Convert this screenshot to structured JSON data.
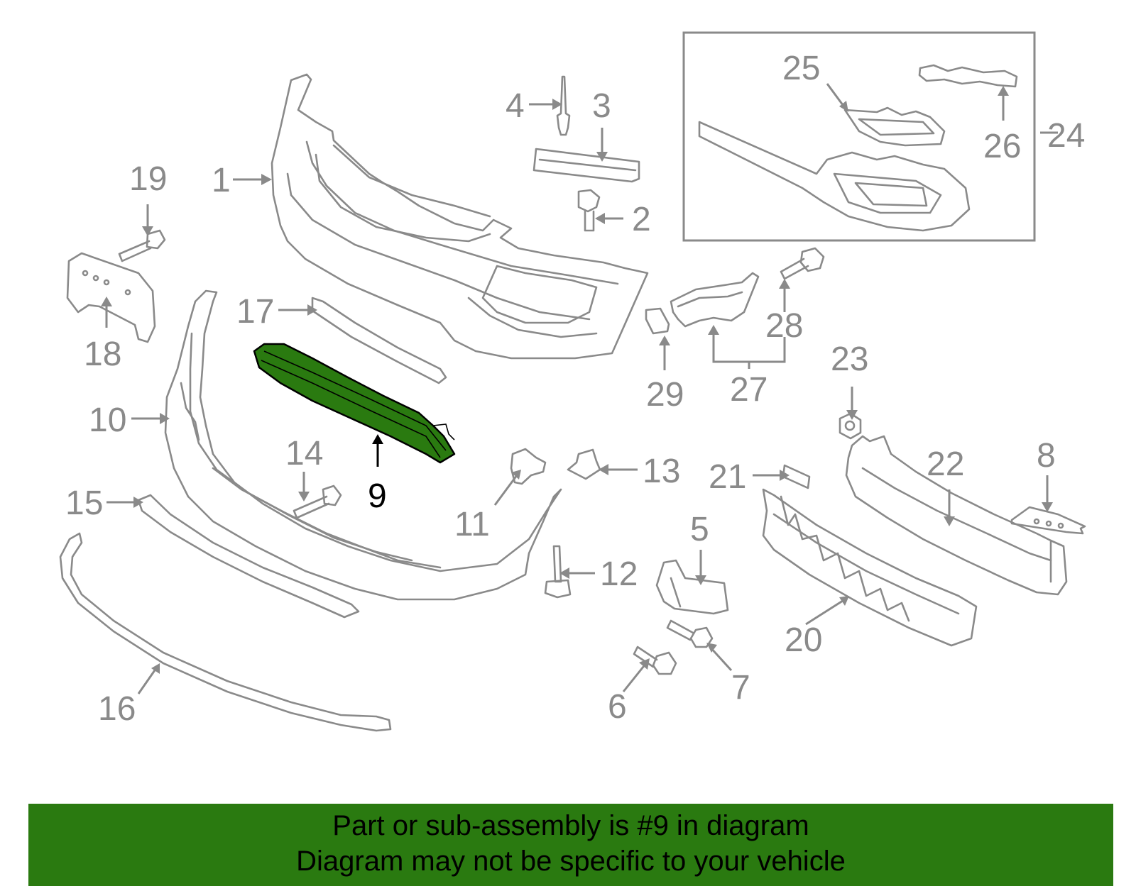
{
  "colors": {
    "highlight": "#2a7a10",
    "line": "#8a8a8a",
    "highlight_outline": "#000000",
    "banner_background": "#2a7a10"
  },
  "highlighted_part": "9",
  "callouts": [
    {
      "id": "1",
      "label": "1"
    },
    {
      "id": "2",
      "label": "2"
    },
    {
      "id": "3",
      "label": "3"
    },
    {
      "id": "4",
      "label": "4"
    },
    {
      "id": "5",
      "label": "5"
    },
    {
      "id": "6",
      "label": "6"
    },
    {
      "id": "7",
      "label": "7"
    },
    {
      "id": "8",
      "label": "8"
    },
    {
      "id": "9",
      "label": "9"
    },
    {
      "id": "10",
      "label": "10"
    },
    {
      "id": "11",
      "label": "11"
    },
    {
      "id": "12",
      "label": "12"
    },
    {
      "id": "13",
      "label": "13"
    },
    {
      "id": "14",
      "label": "14"
    },
    {
      "id": "15",
      "label": "15"
    },
    {
      "id": "16",
      "label": "16"
    },
    {
      "id": "17",
      "label": "17"
    },
    {
      "id": "18",
      "label": "18"
    },
    {
      "id": "19",
      "label": "19"
    },
    {
      "id": "20",
      "label": "20"
    },
    {
      "id": "21",
      "label": "21"
    },
    {
      "id": "22",
      "label": "22"
    },
    {
      "id": "23",
      "label": "23"
    },
    {
      "id": "24",
      "label": "24"
    },
    {
      "id": "25",
      "label": "25"
    },
    {
      "id": "26",
      "label": "26"
    },
    {
      "id": "27",
      "label": "27"
    },
    {
      "id": "28",
      "label": "28"
    },
    {
      "id": "29",
      "label": "29"
    }
  ],
  "banner": {
    "line1": "Part or sub-assembly is #9 in diagram",
    "line2": "Diagram may not be specific to your vehicle"
  }
}
